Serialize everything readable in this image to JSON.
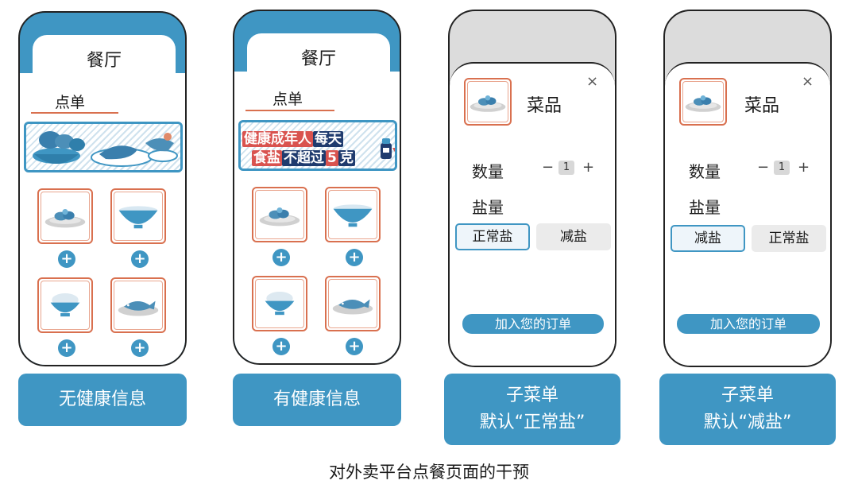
{
  "panels": [
    {
      "restaurant_title": "餐厅",
      "order_label": "点单",
      "caption": "无健康信息"
    },
    {
      "restaurant_title": "餐厅",
      "order_label": "点单",
      "banner": {
        "line1_a": "健康成年人",
        "line1_b": "每天",
        "line2_a": "食盐",
        "line2_b": "不超过",
        "line2_c": "5",
        "line2_d": "克"
      },
      "caption": "有健康信息"
    },
    {
      "dish_title": "菜品",
      "quantity_label": "数量",
      "quantity_minus": "−",
      "quantity_value": "1",
      "quantity_plus": "+",
      "salt_label": "盐量",
      "option_selected": "正常盐",
      "option_other": "减盐",
      "add_button": "加入您的订单",
      "close": "×",
      "caption_line1": "子菜单",
      "caption_line2": "默认“正常盐”"
    },
    {
      "dish_title": "菜品",
      "quantity_label": "数量",
      "quantity_minus": "−",
      "quantity_value": "1",
      "quantity_plus": "+",
      "salt_label": "盐量",
      "option_selected": "减盐",
      "option_other": "正常盐",
      "add_button": "加入您的订单",
      "close": "×",
      "caption_line1": "子菜单",
      "caption_line2": "默认“减盐”"
    }
  ],
  "figure_caption": "对外卖平台点餐页面的干预",
  "colors": {
    "accent_blue": "#3f96c3",
    "accent_orange": "#d9704f",
    "banner_red": "#d9534f",
    "banner_navy": "#1f3b6e"
  },
  "icons": [
    "plate-food-icon",
    "bowl-icon",
    "rice-bowl-icon",
    "fish-plate-icon",
    "salt-shaker-icon",
    "plus-icon",
    "close-icon",
    "arrow-down-icon"
  ]
}
